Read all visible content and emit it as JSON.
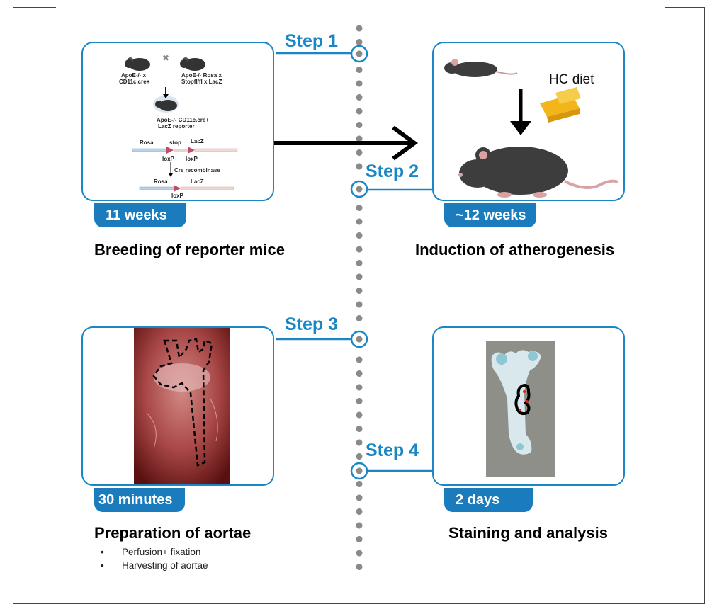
{
  "steps": [
    {
      "label": "Step 1",
      "duration": "11 weeks",
      "title": "Breeding of reporter mice"
    },
    {
      "label": "Step 2",
      "duration": "~12 weeks",
      "title": "Induction of atherogenesis"
    },
    {
      "label": "Step 3",
      "duration": "30 minutes",
      "title": "Preparation of aortae"
    },
    {
      "label": "Step 4",
      "duration": "2 days",
      "title": "Staining and analysis"
    }
  ],
  "breeding": {
    "parent1_line1": "ApoE-/- x",
    "parent1_line2": "CD11c.cre+",
    "parent2_line1": "ApoE-/- Rosa x",
    "parent2_line2": "Stopfl/fl x LacZ",
    "offspring_line1": "ApoE-/- CD11c.cre+",
    "offspring_line2": "LacZ reporter",
    "rosa": "Rosa",
    "stop": "stop",
    "lacz": "LacZ",
    "loxp": "loxP",
    "cre": "Cre recombinase"
  },
  "diet_label": "HC diet",
  "prep_bullets": [
    "Perfusion+ fixation",
    "Harvesting of aortae"
  ],
  "colors": {
    "accent": "#1a86c6",
    "badge": "#1a7cbd",
    "timeline_dot": "#8a8a8a"
  }
}
